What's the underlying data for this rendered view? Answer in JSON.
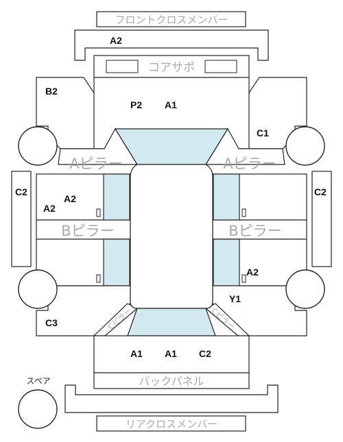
{
  "colors": {
    "glass": "#d3e9f0",
    "line": "#222222",
    "label_gray": "#a9a9a9",
    "code": "#111111"
  },
  "labels": {
    "front_cross_member": "フロントクロスメンバー",
    "core_support": "コアサポ",
    "a_pillar": "Aピラー",
    "b_pillar": "Bピラー",
    "back_panel": "バックパネル",
    "rear_cross_member": "リアクロスメンバー",
    "c_pillar": "Cピラー",
    "spare": "スペア"
  },
  "codes": {
    "front_member": "A2",
    "hood_left": "P2",
    "hood_right": "A1",
    "front_left_fender": "B2",
    "front_right_fender": "C1",
    "left_rocker": "C2",
    "right_rocker": "C2",
    "left_front_door_1": "A2",
    "left_front_door_2": "A2",
    "right_rear_door": "A2",
    "right_rear_quarter": "Y1",
    "left_rear_quarter": "C3",
    "trunk_1": "A1",
    "trunk_2": "A1",
    "trunk_3": "C2"
  }
}
